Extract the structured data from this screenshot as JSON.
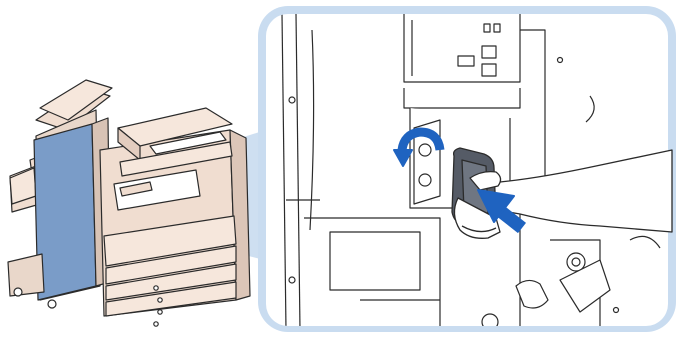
{
  "illustration": {
    "overview_icon": "printer-with-finisher",
    "detail_icon": "hand-inserting-staple-cartridge",
    "callout_icon": "magnified-detail-frame",
    "rotate_arrow_icon": "curved-rotate-arrow",
    "push_arrow_icon": "push-direction-arrow"
  },
  "colors": {
    "highlight_blue": "#7a9cc8",
    "arrow_blue": "#1f63c0",
    "frame_blue": "#a9c4e6",
    "machine_beige": "#f0ddd0",
    "line": "#2b2b2b"
  }
}
